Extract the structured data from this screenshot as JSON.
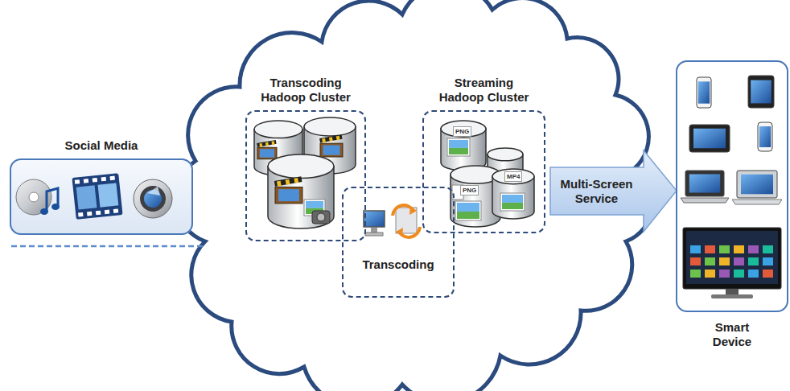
{
  "diagram": {
    "nodes": [
      {
        "text": [
          "Social Media"
        ]
      },
      {
        "text": [
          "Transcoding Hadoop Cluster"
        ]
      },
      {
        "text": [
          "Streaming Hadoop Cluster"
        ]
      },
      {
        "text": [
          "Transcoding"
        ]
      },
      {
        "text": [
          "Multi-Screen Service"
        ]
      },
      {
        "text": [
          "Smart Device"
        ]
      }
    ],
    "labels": [
      "PNG",
      "PNG",
      "MP4"
    ]
  }
}
